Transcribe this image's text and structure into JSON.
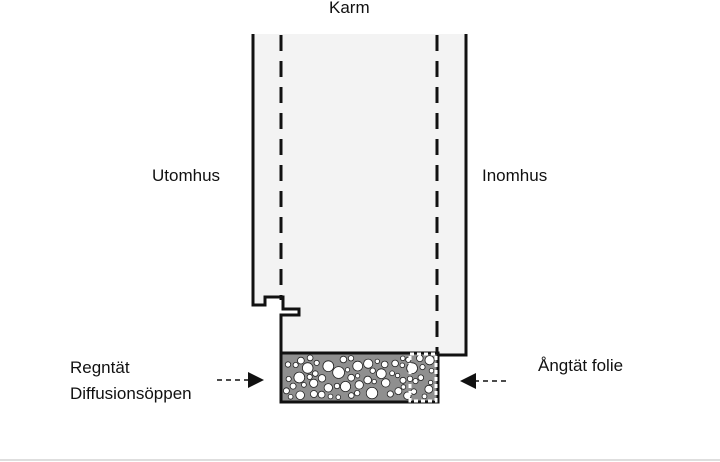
{
  "labels": {
    "karm": "Karm",
    "utomhus": "Utomhus",
    "inomhus": "Inomhus",
    "regntat": "Regntät",
    "diffusionsoppen": "Diffusionsöppen",
    "angtat_folie": "Ångtät folie"
  },
  "colors": {
    "stroke": "#111111",
    "frame_fill": "#f3f3f3",
    "insulation_fill": "#8f8f8f",
    "pebble_fill": "#ffffff",
    "divider": "#dedede"
  }
}
